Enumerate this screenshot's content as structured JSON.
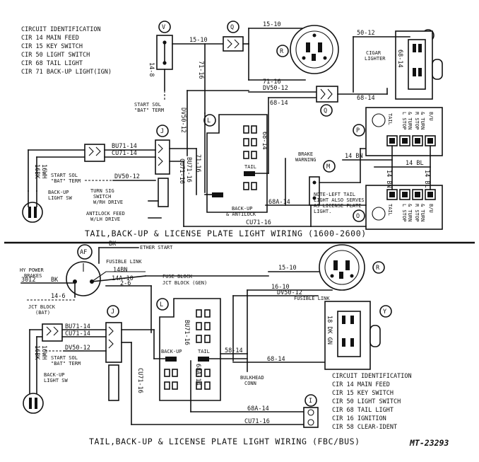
{
  "diagram": {
    "code": "MT-23293",
    "top": {
      "title": "TAIL,BACK-UP & LICENSE PLATE LIGHT WIRING (1600-2600)",
      "legend": [
        "CIRCUIT IDENTIFICATION",
        "CIR 14 MAIN FEED",
        "CIR 15 KEY SWITCH",
        "CIR 50 LIGHT SWITCH",
        "CIR 68 TAIL LIGHT",
        "CIR 71 BACK-UP LIGHT(IGN)"
      ],
      "connectors": [
        "V",
        "Q",
        "R",
        "Y",
        "L",
        "J",
        "M",
        "P",
        "O"
      ],
      "wires": {
        "w15_10a": "15-10",
        "w15_10b": "15-10",
        "w14_8": "14-8",
        "w71_16a": "71-16",
        "w71_16b": "71-16",
        "w50_12": "50-12",
        "dv50_12a": "DV50-12",
        "w68_14a": "68-14",
        "w68_14b": "68-14",
        "dv50_12b": "DV50-12",
        "bu71_14": "BU71-14",
        "cu71_14": "CU71-14",
        "dv50_12c": "DV50-12",
        "w71_16c": "71-16",
        "bu71_16": "BU71-16",
        "cu71_16": "CU71-16",
        "w68_14c": "68-14",
        "w68a_14": "68A-14",
        "cu71_16b": "CU71-16",
        "bn14a": "14 BN",
        "bn14b": "14 BN",
        "bl14a": "14 BL",
        "bl14b": "14 BL",
        "wh16": "16WH",
        "bk16": "16BK"
      },
      "labels": {
        "start_sol_a": "START SOL",
        "bat_term_a": "\"BAT\" TERM",
        "start_sol_b": "START SOL",
        "bat_term_b": "\"BAT\" TERM",
        "cigar": "CIGAR",
        "lighter": "LIGHTER",
        "backup_light_sw_a": "BACK-UP",
        "backup_light_sw_b": "LIGHT SW",
        "turn_sig_a": "TURN SIG",
        "turn_sig_b": "SWITCH",
        "turn_sig_c": "W/RH DRIVE",
        "antilock_a": "ANTILOCK FEED",
        "antilock_b": "W/LH DRIVE",
        "brake_warning_a": "BRAKE",
        "brake_warning_b": "WARNING",
        "tail": "TAIL",
        "backup_antilock_a": "BACK-UP",
        "backup_antilock_b": "& ANTILOCK",
        "note_a": "NOTE-LEFT TAIL",
        "note_b": "LIGHT ALSO SERVES",
        "note_c": "AS LICENSE PLATE",
        "note_d": "LIGHT.",
        "lamp_tail": "TAIL",
        "lamp_stop_turn_a": "L STOP",
        "lamp_stop_turn_b": "& TURN",
        "lamp_stop_turn_c": "R STOP",
        "lamp_stop_turn_d": "& TURN",
        "lamp_bu": "B/U"
      }
    },
    "bottom": {
      "title": "TAIL,BACK-UP & LICENSE PLATE LIGHT WIRING (FBC/BUS)",
      "legend": [
        "CIRCUIT IDENTIFICATION",
        "CIR 14 MAIN FEED",
        "CIR 15 KEY SWITCH",
        "CIR 50 LIGHT SWITCH",
        "CIR 68 TAIL LIGHT",
        "CIR 16 IGNITION",
        "CIR 58 CLEAR-IDENT"
      ],
      "connectors": [
        "AF",
        "R",
        "J",
        "L",
        "Y",
        "I"
      ],
      "wires": {
        "bk": "BK",
        "w14bn": "14BN",
        "w14a_10": "14A-10",
        "w2_6": "2-6",
        "w3012": "30I2",
        "bk2": "BK",
        "w14_6": "14-6",
        "w15_10": "15-10",
        "w16_10": "16-10",
        "dv50_12": "DV50-12",
        "bu71_14": "BU71-14",
        "cu71_14": "CU71-14",
        "dv50_12b": "DV50-12",
        "bu71_16": "BU71-16",
        "cu71_16": "CU71-16",
        "w58_14": "58-14",
        "w68_14": "68-14",
        "w68a_14": "68A-14",
        "w68a_14b": "68A-14",
        "cu71_16b": "CU71-16",
        "dkgn": "18 DK GN",
        "wh16": "16WH",
        "bk16": "16BK"
      },
      "labels": {
        "ether_start": "ETHER START",
        "fusible_link": "FUSIBLE LINK",
        "fuse_block": "FUSE BLOCK",
        "jct_block_gen": "JCT BLOCK (GEN)",
        "hy_power_a": "HY POWER",
        "hy_power_b": "BRAKES",
        "jct_block_bat_a": "JCT BLOCK",
        "jct_block_bat_b": "(BAT)",
        "fusible_link_b": "FUSIBLE LINK",
        "start_sol": "START SOL",
        "bat_term": "\"BAT\" TERM",
        "backup_a": "BACK-UP",
        "backup_b": "LIGHT SW",
        "backup_fuse": "BACK-UP",
        "tail_fuse": "TAIL",
        "bulkhead_a": "BULKHEAD",
        "bulkhead_b": "CONN"
      }
    }
  }
}
